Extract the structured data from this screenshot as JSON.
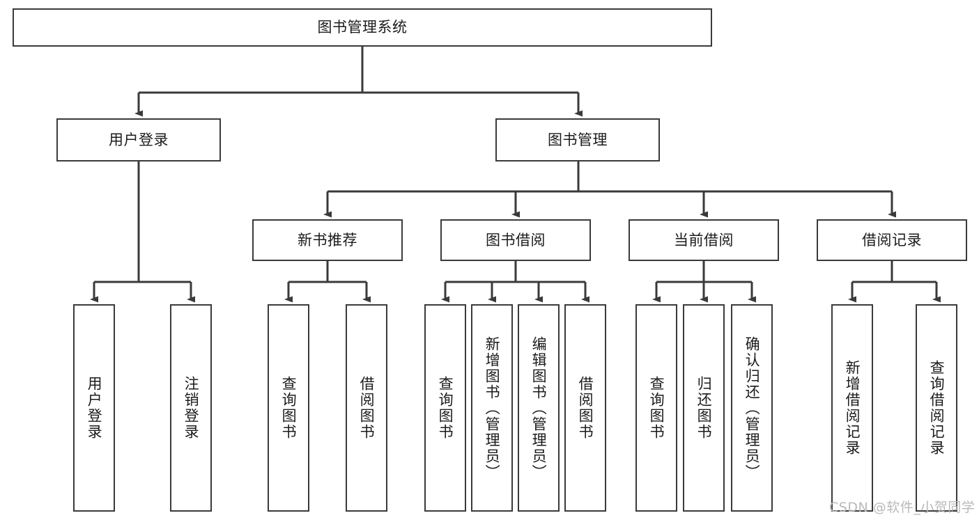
{
  "diagram": {
    "type": "tree",
    "title": "图书管理系统",
    "orientation": "top-down",
    "colors": {
      "box_border": "#3a3a3a",
      "box_fill": "#ffffff",
      "connector": "#3a3a3a",
      "text": "#1b1b1b",
      "watermark": "#b9b9b9",
      "background": "#ffffff"
    },
    "root": {
      "label": "图书管理系统",
      "name": "node-root"
    },
    "level2": [
      {
        "label": "用户登录",
        "name": "node-user-login"
      },
      {
        "label": "图书管理",
        "name": "node-book-management"
      }
    ],
    "level3": [
      {
        "label": "新书推荐",
        "name": "node-new-book-recommend"
      },
      {
        "label": "图书借阅",
        "name": "node-book-borrow"
      },
      {
        "label": "当前借阅",
        "name": "node-current-borrow"
      },
      {
        "label": "借阅记录",
        "name": "node-borrow-record"
      }
    ],
    "leaves": {
      "user_login": [
        {
          "label": "用户登录",
          "name": "leaf-user-login"
        },
        {
          "label": "注销登录",
          "name": "leaf-logout"
        }
      ],
      "new_book_recommend": [
        {
          "label": "查询图书",
          "name": "leaf-query-book-1"
        },
        {
          "label": "借阅图书",
          "name": "leaf-borrow-book-1"
        }
      ],
      "book_borrow": [
        {
          "label": "查询图书",
          "name": "leaf-query-book-2"
        },
        {
          "label": "新增图书（管理员）",
          "name": "leaf-add-book-admin"
        },
        {
          "label": "编辑图书（管理员）",
          "name": "leaf-edit-book-admin"
        },
        {
          "label": "借阅图书",
          "name": "leaf-borrow-book-2"
        }
      ],
      "current_borrow": [
        {
          "label": "查询图书",
          "name": "leaf-query-book-3"
        },
        {
          "label": "归还图书",
          "name": "leaf-return-book"
        },
        {
          "label": "确认归还（管理员）",
          "name": "leaf-confirm-return-admin"
        }
      ],
      "borrow_record": [
        {
          "label": "新增借阅记录",
          "name": "leaf-add-borrow-record"
        },
        {
          "label": "查询借阅记录",
          "name": "leaf-query-borrow-record"
        }
      ]
    }
  },
  "watermark": {
    "text": "CSDN @软件_小贺同学"
  }
}
